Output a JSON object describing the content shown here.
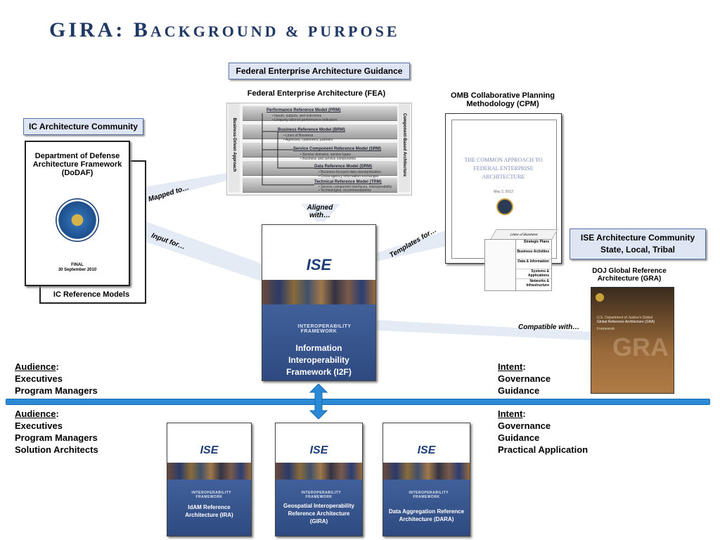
{
  "title": {
    "main_prefix": "GIRA: B",
    "main_rest_1": "ACKGROUND & P",
    "main_rest_2": "URPOSE"
  },
  "fea_guidance": {
    "label": "Federal  Enterprise Architecture Guidance"
  },
  "fea": {
    "caption": "Federal Enterprise Architecture (FEA)",
    "left_axis": "Business-Driven Approach",
    "right_axis": "Component-Based Architecture",
    "models": [
      {
        "name": "Performance Reference Model (PRM)",
        "items": [
          "• Inputs, outputs, and outcomes",
          "• Uniquely tailored performance indicators"
        ]
      },
      {
        "name": "Business Reference Model (BRM)",
        "items": [
          "• Lines of Business",
          "• Agencies, customers, partners"
        ]
      },
      {
        "name": "Service Component Reference Model (SRM)",
        "items": [
          "• Service domains, service types",
          "• Business and service components"
        ]
      },
      {
        "name": "Data Reference Model (DRM)",
        "items": [
          "• Business-focused data standardization",
          "• Cross-agency information exchanges"
        ]
      },
      {
        "name": "Technical Reference Model (TRM)",
        "items": [
          "• Service component interfaces, interoperability",
          "• Technologies, recommendations"
        ]
      }
    ]
  },
  "cpm": {
    "caption": "OMB Collaborative Planning Methodology (CPM)",
    "doc_title": "THE COMMON APPROACH TO FEDERAL ENTERPRISE ARCHITECTURE",
    "doc_date": "May 2, 2012",
    "cube_label": "Lines of Business",
    "cube_rows": [
      "Strategic Plans",
      "Business Activities",
      "Data & Information",
      "Systems & Applications",
      "Networks & Infrastructure"
    ]
  },
  "ic": {
    "label": "IC Architecture Community",
    "dodaf_title": "Department of Defense Architecture Framework (DoDAF)",
    "final": "FINAL",
    "date": "30 September 2010",
    "ref_models": "IC Reference Models"
  },
  "ise_comm": {
    "label_1": "ISE Architecture Community",
    "label_2": "State, Local, Tribal"
  },
  "gra": {
    "caption": "DOJ Global Reference Architecture (GRA)",
    "cover_line1": "U.S. Department of Justice's Global",
    "cover_line2": "Global Reference Architecture (GRA)",
    "cover_line3": "Framework",
    "big": "GRA"
  },
  "arrows": {
    "mapped": "Mapped to…",
    "input": "Input for…",
    "aligned": "Aligned with…",
    "templates": "Templates for…",
    "compatible": "Compatible with…"
  },
  "i2f": {
    "logo": "ISE",
    "framework": "INTEROPERABILITY FRAMEWORK",
    "title": "Information Interoperability Framework (I2F)"
  },
  "upper_left": {
    "heading": "Audience",
    "lines": [
      "Executives",
      "Program Managers"
    ]
  },
  "upper_right": {
    "heading": "Intent",
    "lines": [
      "Governance",
      "Guidance"
    ]
  },
  "lower_left": {
    "heading": "Audience",
    "lines": [
      "Executives",
      "Program Managers",
      "Solution Architects"
    ]
  },
  "lower_right": {
    "heading": "Intent",
    "lines": [
      "Governance",
      "Guidance",
      "Practical Application"
    ]
  },
  "bottom_docs": [
    {
      "logo": "ISE",
      "framework": "INTEROPERABILITY FRAMEWORK",
      "title": "IdAM Reference Architecture (IRA)"
    },
    {
      "logo": "ISE",
      "framework": "INTEROPERABILITY FRAMEWORK",
      "title": "Geospatial Interoperability Reference Architecture (GIRA)"
    },
    {
      "logo": "ISE",
      "framework": "INTEROPERABILITY FRAMEWORK",
      "title": "Data Aggregation Reference Architecture (DARA)"
    }
  ],
  "colors": {
    "title": "#1f3864",
    "divider": "#2a8ad6",
    "label_fill": "#dfe6f3",
    "label_border": "#5b6fa8"
  }
}
